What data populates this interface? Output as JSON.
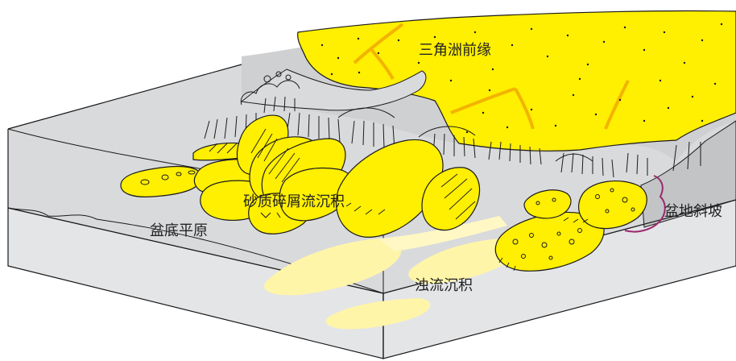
{
  "labels": {
    "delta_front": "三角洲前缘",
    "sandy_debris": "砂质碎屑流沉积",
    "basin_slope": "盆地斜坡",
    "basin_plain": "盆底平原",
    "turbidite": "浊流沉积"
  },
  "colors": {
    "sand_yellow": "#ffef00",
    "turbidite_yellow": "#fff5a8",
    "block_top": "#d6d7d9",
    "block_side": "#c8c9cb",
    "block_front": "#e3e4e6",
    "outline": "#1a1a1a",
    "slope_bracket": "#9b2a6e"
  }
}
